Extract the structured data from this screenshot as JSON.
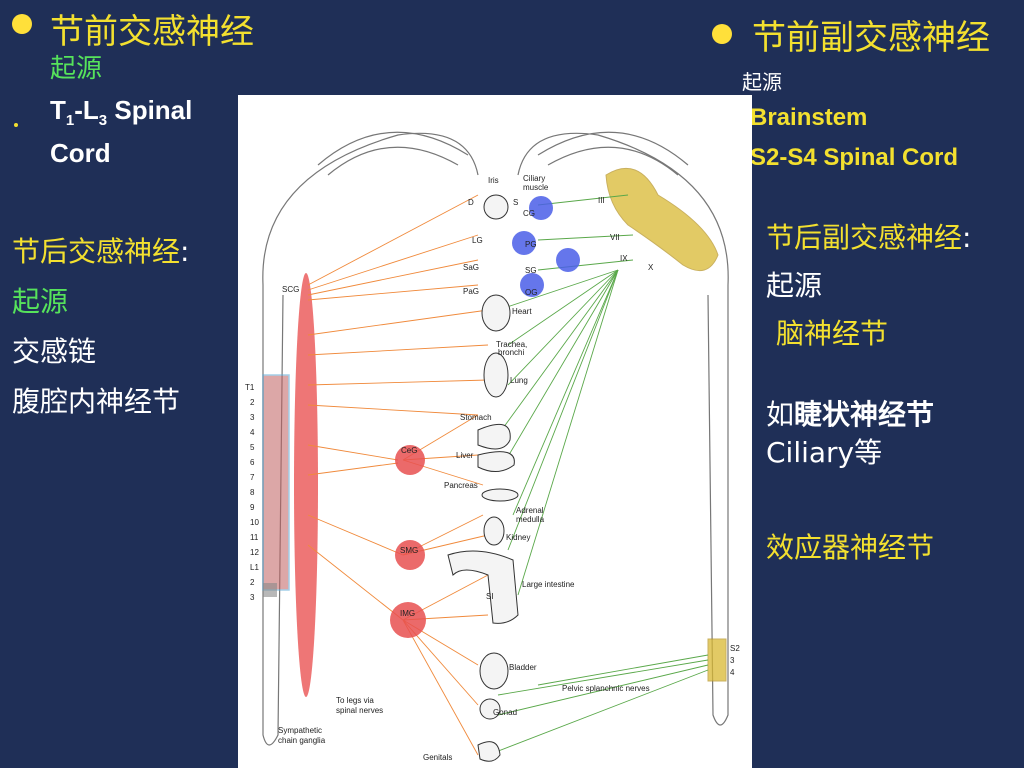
{
  "left": {
    "sym_pre_title": "节前交感神经",
    "sym_pre_origin_label": "起源",
    "sym_pre_origin_value_1": "T",
    "sym_pre_origin_sub_1": "1",
    "sym_pre_origin_dash": "-L",
    "sym_pre_origin_sub_2": "3",
    "sym_pre_origin_value_2": " Spinal",
    "sym_pre_origin_value_3": "Cord",
    "sym_post_title": "节后交感神经",
    "sym_post_colon": ":",
    "sym_post_origin_label": "起源",
    "sym_post_item_1": "交感链",
    "sym_post_item_2": "腹腔内神经节"
  },
  "right": {
    "para_pre_title": "节前副交感神经",
    "para_pre_origin_label": "起源",
    "para_pre_item_1": "Brainstem",
    "para_pre_item_2": "S2-S4 Spinal Cord",
    "para_post_title": "节后副交感神经",
    "para_post_colon": ":",
    "para_post_origin_label": "起源",
    "para_post_item_1": "脑神经节",
    "para_post_example_prefix": "如",
    "para_post_example_name": "睫状神经节",
    "para_post_example_en": "Ciliary",
    "para_post_example_suffix": "等",
    "para_post_item_2": "效应器神经节"
  },
  "diagram": {
    "labels": {
      "iris": "Iris",
      "ciliary_muscle_1": "Ciliary",
      "ciliary_muscle_2": "muscle",
      "d": "D",
      "s": "S",
      "cg": "CG",
      "lg": "LG",
      "pg": "PG",
      "sag": "SaG",
      "sg": "SG",
      "pag": "PaG",
      "og": "OG",
      "iii": "III",
      "vii": "VII",
      "ix": "IX",
      "x": "X",
      "scg": "SCG",
      "heart": "Heart",
      "trachea_1": "Trachea,",
      "trachea_2": "bronchi",
      "lung": "Lung",
      "stomach": "Stomach",
      "liver": "Liver",
      "pancreas": "Pancreas",
      "adrenal_1": "Adrenal",
      "adrenal_2": "medulla",
      "kidney": "Kidney",
      "large_intestine": "Large intestine",
      "si": "SI",
      "ceg": "CeG",
      "smg": "SMG",
      "img": "IMG",
      "bladder": "Bladder",
      "pelvic": "Pelvic splanchnic nerves",
      "gonad": "Gonad",
      "genitals": "Genitals",
      "legs_1": "To legs via",
      "legs_2": "spinal nerves",
      "chain_1": "Sympathetic",
      "chain_2": "chain ganglia",
      "s2": "S2",
      "s3": "3",
      "s4": "4",
      "segments": [
        "T1",
        "2",
        "3",
        "4",
        "5",
        "6",
        "7",
        "8",
        "9",
        "10",
        "11",
        "12",
        "L1",
        "2",
        "3"
      ]
    }
  },
  "colors": {
    "background": "#1f2f57",
    "heading_yellow": "#f3e02f",
    "origin_green": "#56e35b",
    "sympathetic_fiber": "#f08a3c",
    "parasympathetic_fiber": "#5aa84a",
    "ganglion_red": "#e85050",
    "ganglion_blue": "#4a5ee8",
    "brainstem_highlight": "#d9b932"
  }
}
